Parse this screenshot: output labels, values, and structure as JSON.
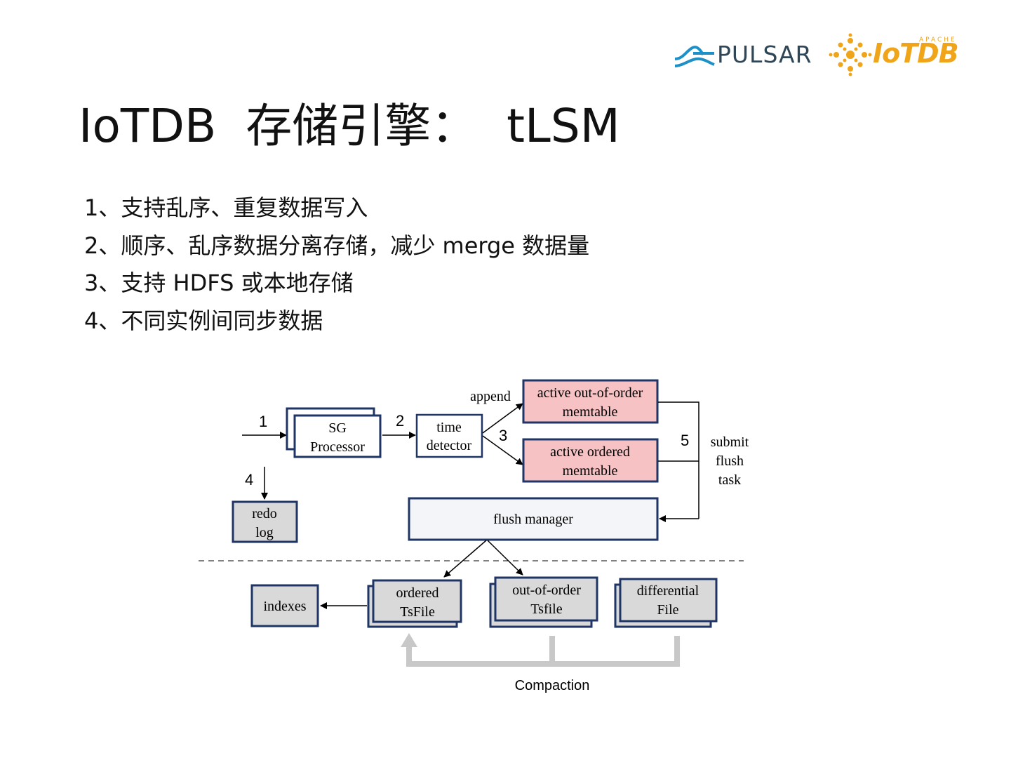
{
  "logos": {
    "pulsar": "PULSAR",
    "iotdb": "IoTDB",
    "apache": "APACHE"
  },
  "title": "IoTDB  存储引擎：  tLSM",
  "bullets": [
    {
      "num": "1",
      "text": "、支持乱序、重复数据写入"
    },
    {
      "num": "2",
      "text": "、顺序、乱序数据分离存储，减少 merge 数据量"
    },
    {
      "num": "3",
      "text": "、支持 HDFS 或本地存储"
    },
    {
      "num": "4",
      "text": "、不同实例间同步数据"
    }
  ],
  "diagram": {
    "step1": "1",
    "step2": "2",
    "step3": "3",
    "step4": "4",
    "step5": "5",
    "sg_processor": [
      "SG",
      "Processor"
    ],
    "time_detector": [
      "time",
      "detector"
    ],
    "append": "append",
    "active_ooo": [
      "active out-of-order",
      "memtable"
    ],
    "active_ordered": [
      "active ordered",
      "memtable"
    ],
    "submit": [
      "submit",
      "flush",
      "task"
    ],
    "redo_log": [
      "redo",
      "log"
    ],
    "flush_manager": "flush manager",
    "indexes": "indexes",
    "ordered_tsfile": [
      "ordered",
      "TsFile"
    ],
    "ooo_tsfile": [
      "out-of-order",
      "Tsfile"
    ],
    "differential_file": [
      "differential",
      "File"
    ],
    "compaction": "Compaction"
  },
  "colors": {
    "box_border": "#1f3566",
    "memtable_fill": "#f7c2c4",
    "gray_fill": "#d9d9d9",
    "light_fill": "#f4f5f8",
    "compaction": "#c8c8c8",
    "iotdb_orange": "#f0a41a",
    "pulsar_blue": "#1e90c8"
  }
}
